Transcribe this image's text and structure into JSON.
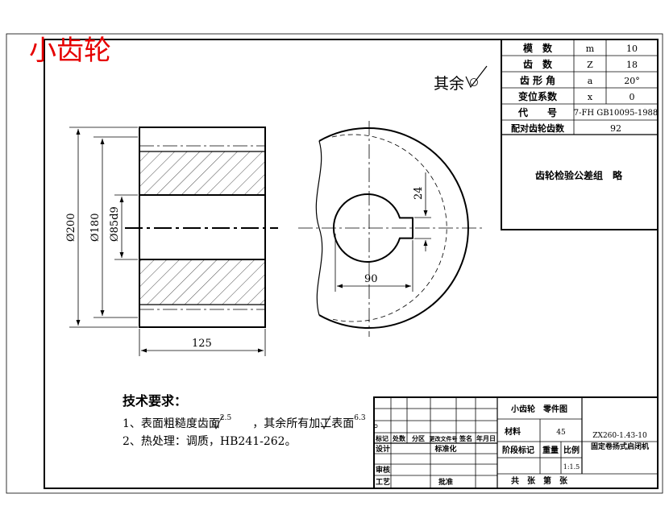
{
  "title": "小齿轮",
  "surface_note": "其余",
  "params": [
    {
      "name": "模　数",
      "sym": "m",
      "val": "10"
    },
    {
      "name": "齿　数",
      "sym": "Z",
      "val": "18"
    },
    {
      "name": "齿 形 角",
      "sym": "a",
      "val": "20°"
    },
    {
      "name": "变位系数",
      "sym": "x",
      "val": "0"
    }
  ],
  "code_label": "代　　号",
  "code_value": "7-FH GB10095-1988",
  "mating_label": "配对齿轮齿数",
  "mating_value": "92",
  "tolerance_note": "齿轮检验公差组　略",
  "dims": {
    "d200": "Ø200",
    "d180": "Ø180",
    "d85": "Ø85d9",
    "len": "125",
    "key": "24",
    "bore": "90"
  },
  "tech": {
    "heading": "技术要求：",
    "line1_a": "1、表面粗糙度齿面",
    "ra1": "2.5",
    "line1_b": "，其余所有加工表面",
    "ra2": "6.3",
    "line1_c": "。",
    "line2": "2、热处理：调质，HB241-262。"
  },
  "title_block": {
    "part_name": "小齿轮　零件图",
    "material_label": "材料",
    "material_value": "45",
    "drawing_no": "ZX260-1.43-10",
    "product": "固定卷扬式启闭机",
    "stage_label": "阶段标记",
    "weight_label": "重量",
    "scale_label": "比例",
    "scale_value": "1:1.5",
    "sheet_text": "共　张　第　张",
    "rev_headers": [
      "标记",
      "处数",
      "分区",
      "更改文件号",
      "签名",
      "年月日"
    ],
    "design": "设计",
    "standard": "标准化",
    "review": "审核",
    "process": "工艺",
    "approve": "批准"
  }
}
